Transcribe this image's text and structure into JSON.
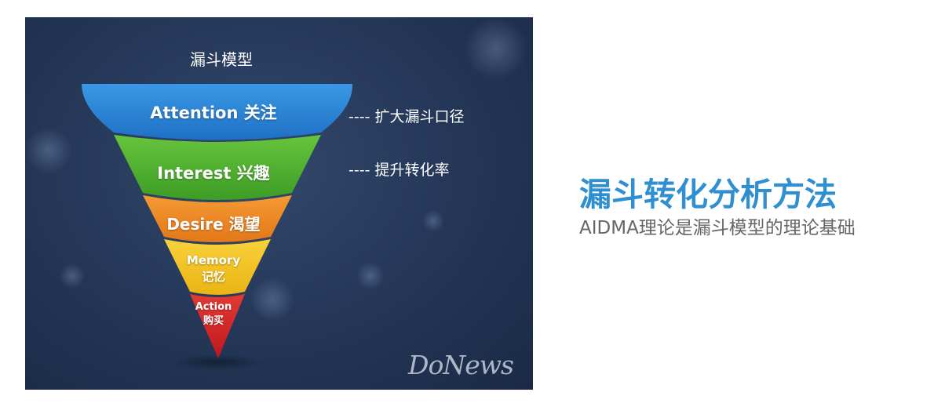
{
  "diagram": {
    "title": "漏斗模型",
    "stages": [
      {
        "label": "Attention  关注",
        "color": "#2b86d6"
      },
      {
        "label": "Interest  兴趣",
        "color": "#4fb72f"
      },
      {
        "label": "Desire  渴望",
        "color": "#ef8a23"
      },
      {
        "label_top": "Memory",
        "label_bottom": "记忆",
        "color": "#f2c21d"
      },
      {
        "label_top": "Action",
        "label_bottom": "购买",
        "color": "#d5232a"
      }
    ],
    "notes": [
      "---- 扩大漏斗口径",
      "----  提升转化率"
    ],
    "watermark": "DoNews"
  },
  "headline": "漏斗转化分析方法",
  "subline": "AIDMA理论是漏斗模型的理论基础"
}
